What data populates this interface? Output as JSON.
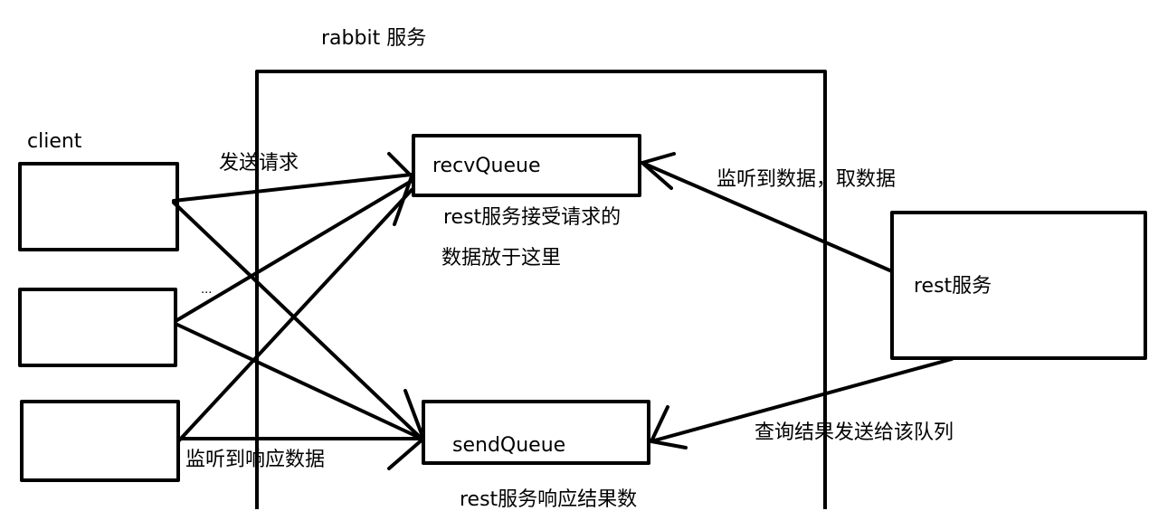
{
  "labels": {
    "rabbit_service": "rabbit 服务",
    "client": "client",
    "send_request": "发送请求",
    "recv_queue": "recvQueue",
    "recv_note_line1": "rest服务接受请求的",
    "recv_note_line2": "数据放于这里",
    "listen_take": "监听到数据，取数据",
    "rest_service": "rest服务",
    "send_queue": "sendQueue",
    "query_result": "查询结果发送给该队列",
    "listen_response": "监听到响应数据",
    "send_note": "rest服务响应结果数",
    "scribble": "..."
  },
  "colors": {
    "stroke": "#000000",
    "background": "#ffffff"
  }
}
